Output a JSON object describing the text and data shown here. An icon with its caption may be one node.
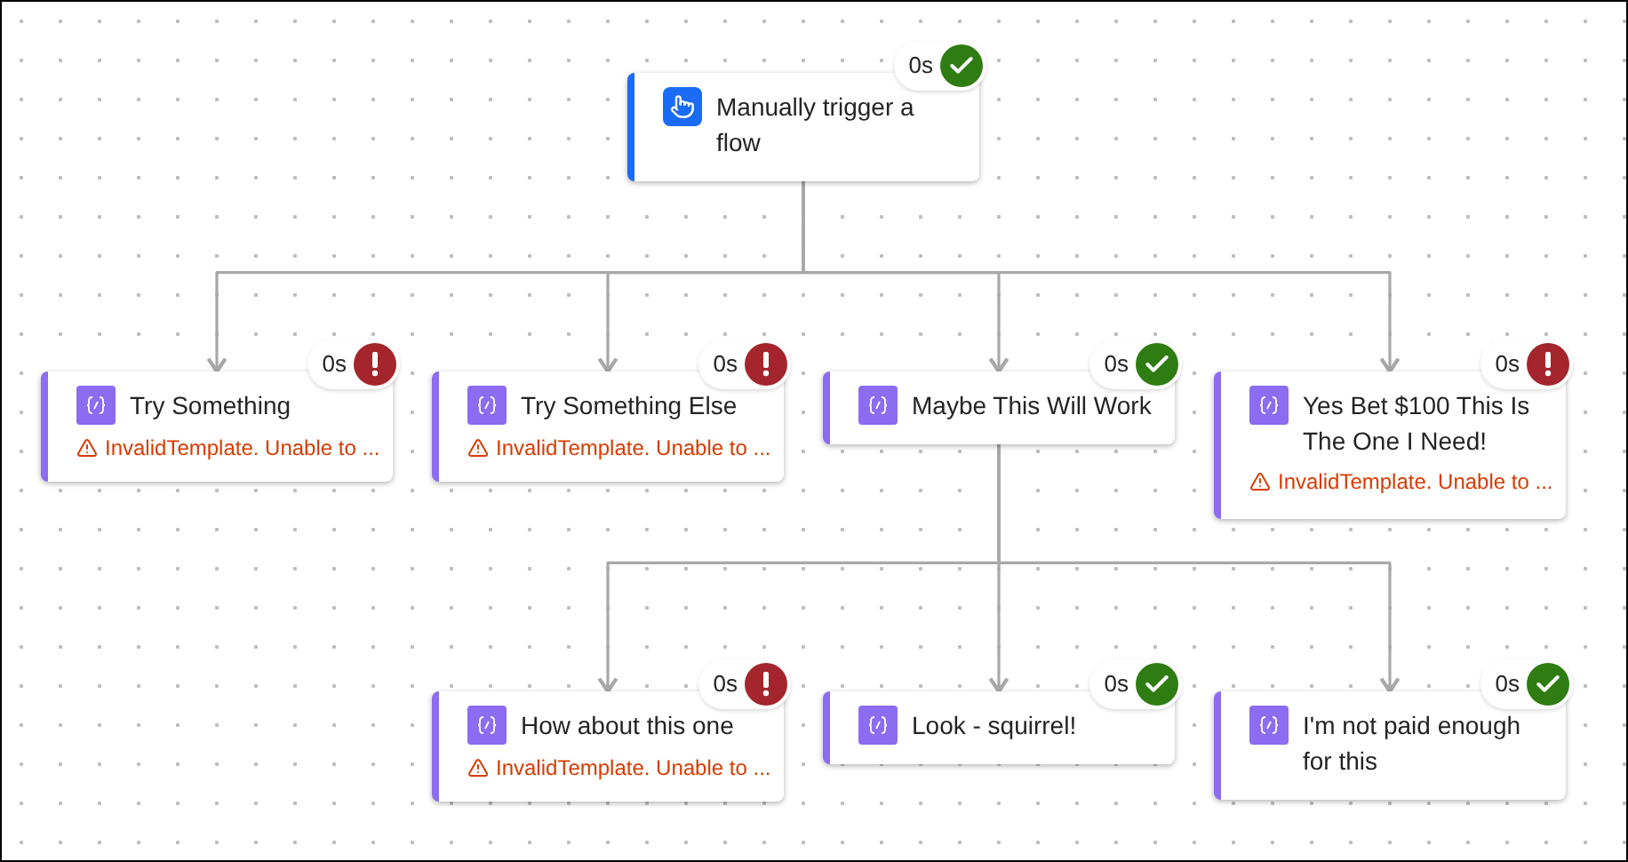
{
  "diagram": {
    "nodes": [
      {
        "text": [
          "Manually trigger a flow"
        ],
        "beside": [
          "0s"
        ]
      },
      {
        "text": [
          "Try Something",
          "InvalidTemplate. Unable to ..."
        ],
        "beside": [
          "0s"
        ]
      },
      {
        "text": [
          "Try Something Else",
          "InvalidTemplate. Unable to ..."
        ],
        "beside": [
          "0s"
        ]
      },
      {
        "text": [
          "Maybe This Will Work"
        ],
        "beside": [
          "0s"
        ]
      },
      {
        "text": [
          "Yes Bet $100 This Is The One I Need!",
          "InvalidTemplate. Unable to ..."
        ],
        "beside": [
          "0s"
        ]
      },
      {
        "text": [
          "How about this one",
          "InvalidTemplate. Unable to ..."
        ],
        "beside": [
          "0s"
        ]
      },
      {
        "text": [
          "Look - squirrel!"
        ],
        "beside": [
          "0s"
        ]
      },
      {
        "text": [
          "I'm not paid enough for this"
        ],
        "beside": [
          "0s"
        ]
      }
    ],
    "edges": [
      {
        "from": 0,
        "to": 1,
        "arrow": "to"
      },
      {
        "from": 0,
        "to": 2,
        "arrow": "to"
      },
      {
        "from": 0,
        "to": 3,
        "arrow": "to"
      },
      {
        "from": 0,
        "to": 4,
        "arrow": "to"
      },
      {
        "from": 3,
        "to": 5,
        "arrow": "to"
      },
      {
        "from": 3,
        "to": 6,
        "arrow": "to"
      },
      {
        "from": 3,
        "to": 7,
        "arrow": "to"
      }
    ]
  }
}
